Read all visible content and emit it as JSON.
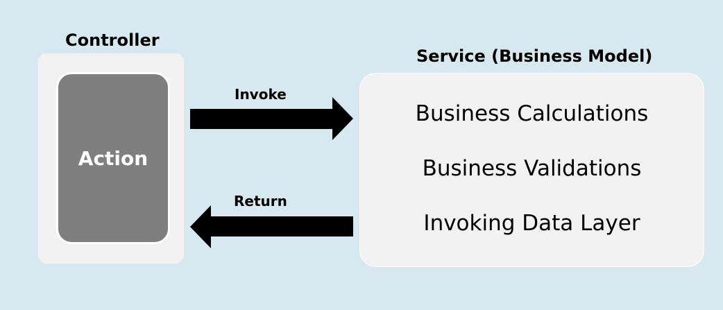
{
  "diagram": {
    "controller": {
      "title": "Controller",
      "action_label": "Action"
    },
    "service": {
      "title": "Service (Business Model)",
      "items": [
        "Business Calculations",
        "Business Validations",
        "Invoking Data Layer"
      ]
    },
    "arrows": {
      "invoke_label": "Invoke",
      "return_label": "Return"
    }
  },
  "colors": {
    "background": "#d8e8f0",
    "panel": "#f2f2f2",
    "action_fill": "#7f7f7f",
    "arrow": "#000000"
  }
}
